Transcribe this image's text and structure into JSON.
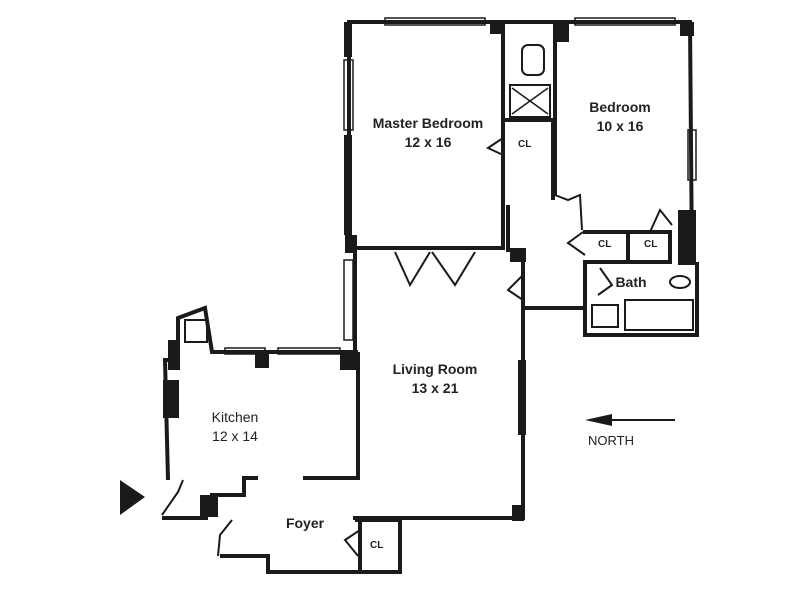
{
  "title": "Apartment Floor Plan",
  "rooms": {
    "master_bedroom": {
      "name": "Master Bedroom",
      "size": "12 x 16"
    },
    "bedroom": {
      "name": "Bedroom",
      "size": "10 x 16"
    },
    "bath": {
      "name": "Bath"
    },
    "living_room": {
      "name": "Living Room",
      "size": "13 x 21"
    },
    "kitchen": {
      "name": "Kitchen",
      "size": "12 x 14"
    },
    "foyer": {
      "name": "Foyer"
    }
  },
  "closets": [
    "CL",
    "CL",
    "CL",
    "CL"
  ],
  "compass": {
    "label": "NORTH",
    "direction": "left"
  },
  "colors": {
    "wall": "#1a1a1a",
    "text": "#222222",
    "background": "#ffffff"
  }
}
